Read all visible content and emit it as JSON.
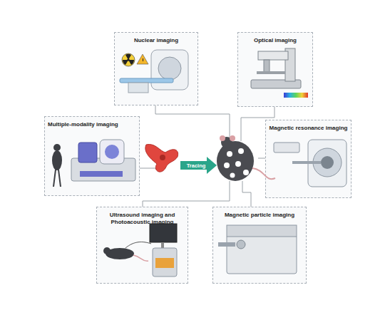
{
  "diagram": {
    "nodes": [
      {
        "text": [
          "Nuclear imaging"
        ]
      },
      {
        "text": [
          "Optical imaging"
        ]
      },
      {
        "text": [
          "Multiple-modality imaging"
        ]
      },
      {
        "text": [
          "Magnetic resonance imaging"
        ]
      },
      {
        "text": [
          "Ultrasound imaging and Photoacoustic imaging"
        ]
      },
      {
        "text": [
          "Magnetic particle imaging"
        ]
      }
    ],
    "labels": [
      "Tracing"
    ]
  }
}
